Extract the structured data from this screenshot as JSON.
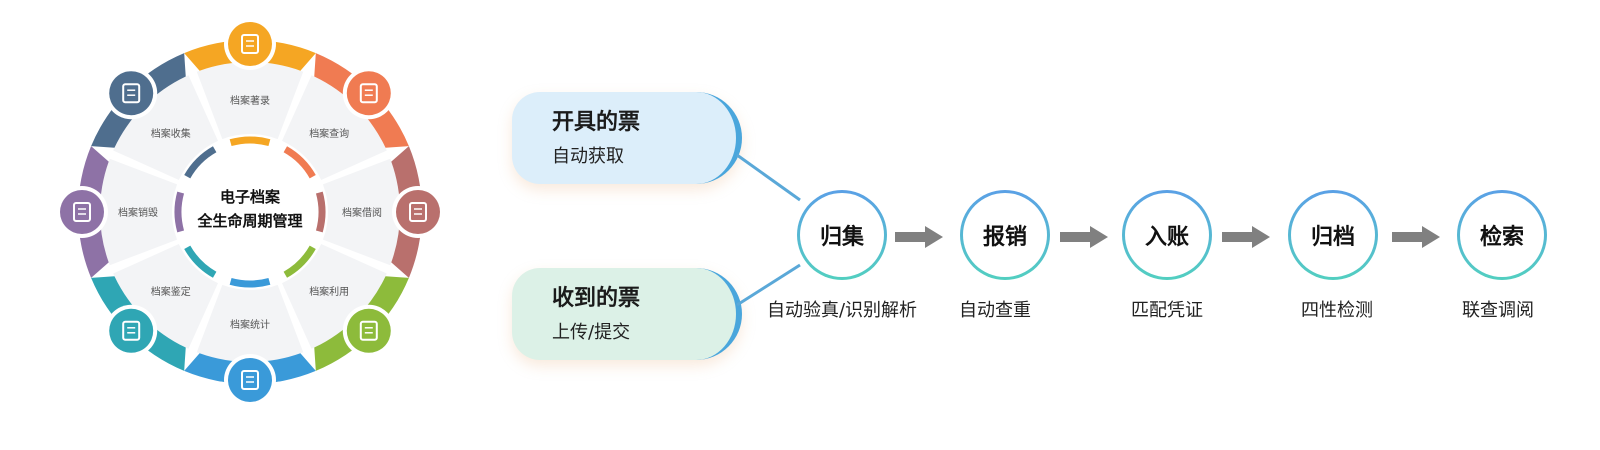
{
  "wheel": {
    "center_line1": "电子档案",
    "center_line2": "全生命周期管理",
    "segments": [
      {
        "label": "档案著录",
        "icon": "binders-icon",
        "color": "#f5a623"
      },
      {
        "label": "档案查询",
        "icon": "document-search-icon",
        "color": "#f07b52"
      },
      {
        "label": "档案借阅",
        "icon": "bookmark-book-icon",
        "color": "#b9706d"
      },
      {
        "label": "档案利用",
        "icon": "folder-icon",
        "color": "#8dbb3b"
      },
      {
        "label": "档案统计",
        "icon": "pie-chart-icon",
        "color": "#3a9ad9"
      },
      {
        "label": "档案鉴定",
        "icon": "shield-badge-icon",
        "color": "#2fa6b4"
      },
      {
        "label": "档案销毁",
        "icon": "shredder-icon",
        "color": "#8e72a6"
      },
      {
        "label": "档案收集",
        "icon": "inbox-tray-icon",
        "color": "#4f6e8e"
      }
    ]
  },
  "tickets": {
    "issued": {
      "title": "开具的票",
      "subtitle": "自动获取"
    },
    "received": {
      "title": "收到的票",
      "subtitle": "上传/提交"
    }
  },
  "flow": {
    "steps": [
      {
        "label": "归集",
        "caption": "自动验真/识别解析"
      },
      {
        "label": "报销",
        "caption": "自动查重"
      },
      {
        "label": "入账",
        "caption": "匹配凭证"
      },
      {
        "label": "归档",
        "caption": "四性检测"
      },
      {
        "label": "检索",
        "caption": "联查调阅"
      }
    ]
  }
}
